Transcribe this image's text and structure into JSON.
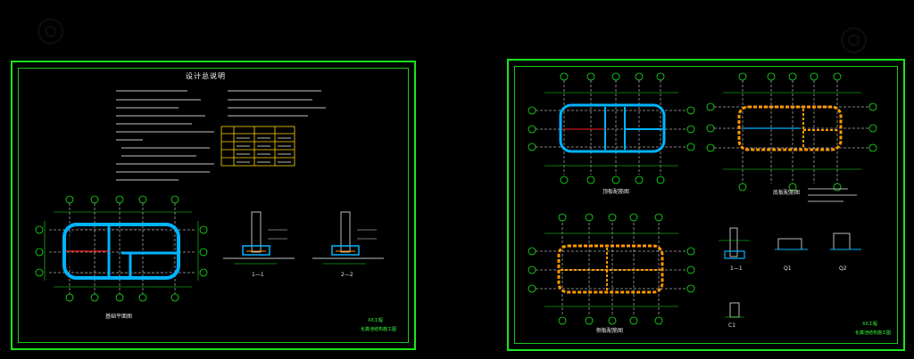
{
  "left_sheet": {
    "notes_title": "设计总说明",
    "plan_caption": "基础平面图",
    "section_1": "1—1",
    "section_2": "2—2",
    "title_block_1": "XX工程",
    "title_block_2": "化粪池结构施工图"
  },
  "right_sheet": {
    "plan_a_caption": "顶板配筋图",
    "plan_b_caption": "底板配筋图",
    "plan_c_caption": "侧板配筋图",
    "detail_1": "1—1",
    "detail_2": "Q1",
    "detail_3": "Q2",
    "detail_4": "C1",
    "title_block_1": "XX工程",
    "title_block_2": "化粪池结构施工图"
  },
  "colors": {
    "frame": "#19e619",
    "wall": "#00b4ff",
    "rebar": "#ff9900",
    "dim": "#19e619",
    "axis": "#ffffff",
    "red": "#ff2020"
  }
}
